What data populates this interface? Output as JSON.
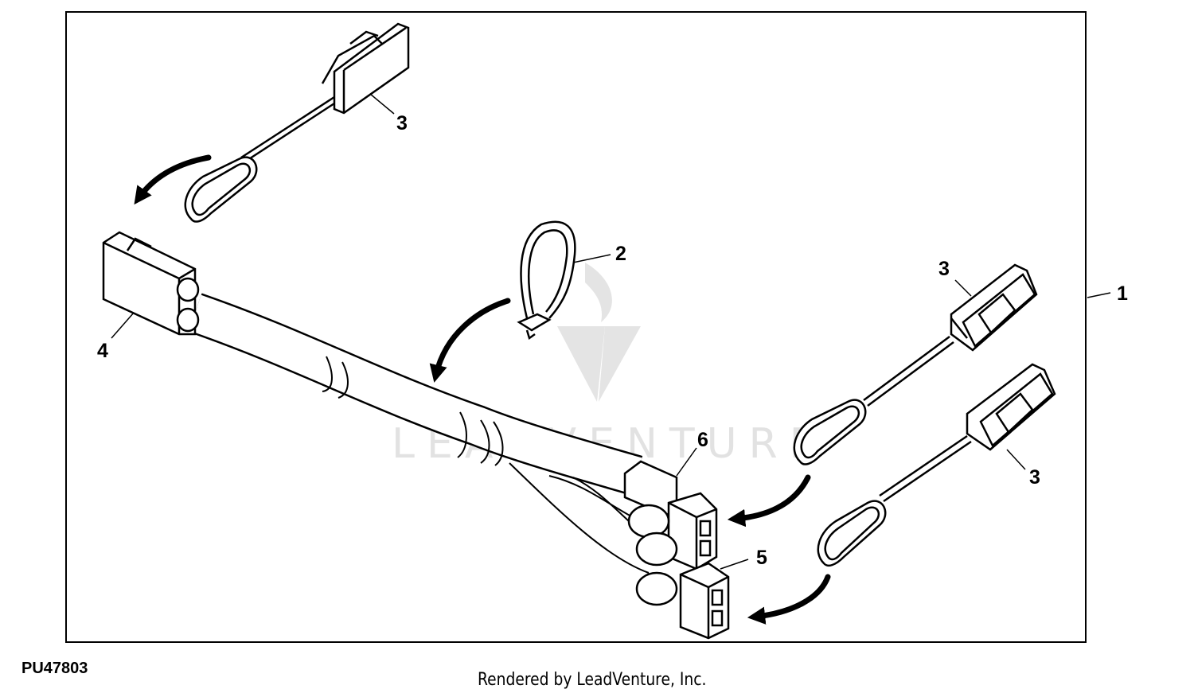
{
  "callouts": {
    "c1": "1",
    "c2": "2",
    "c3a": "3",
    "c3b": "3",
    "c3c": "3",
    "c4": "4",
    "c5": "5",
    "c6": "6"
  },
  "figure_id": "PU47803",
  "render_credit": "Rendered by LeadVenture, Inc.",
  "watermark": {
    "text": "LEADVENTURE"
  },
  "icons": [
    "leadventure-logo-icon"
  ],
  "colors": {
    "line": "#000000",
    "background": "#ffffff",
    "watermark": "#e2e2e2"
  }
}
